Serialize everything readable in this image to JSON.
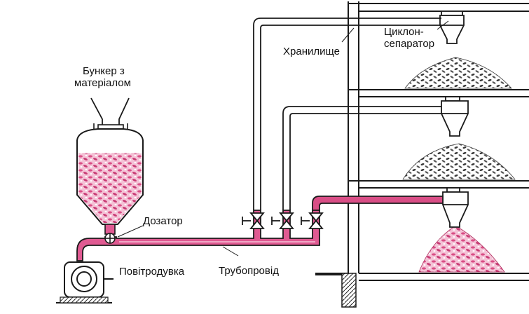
{
  "labels": {
    "bunker_line1": "Бункер з",
    "bunker_line2": "матеріалом",
    "dosator": "Дозатор",
    "blower": "Повітродувка",
    "pipeline": "Трубопровід",
    "storage": "Хранилище",
    "cyclone_line1": "Циклон-",
    "cyclone_line2": "сепаратор"
  },
  "colors": {
    "line": "#1a1a1a",
    "pink_pipe": "#d94e86",
    "pink_material": "#e88ab0",
    "grey_material": "#4a4a4a",
    "background": "#ffffff"
  }
}
